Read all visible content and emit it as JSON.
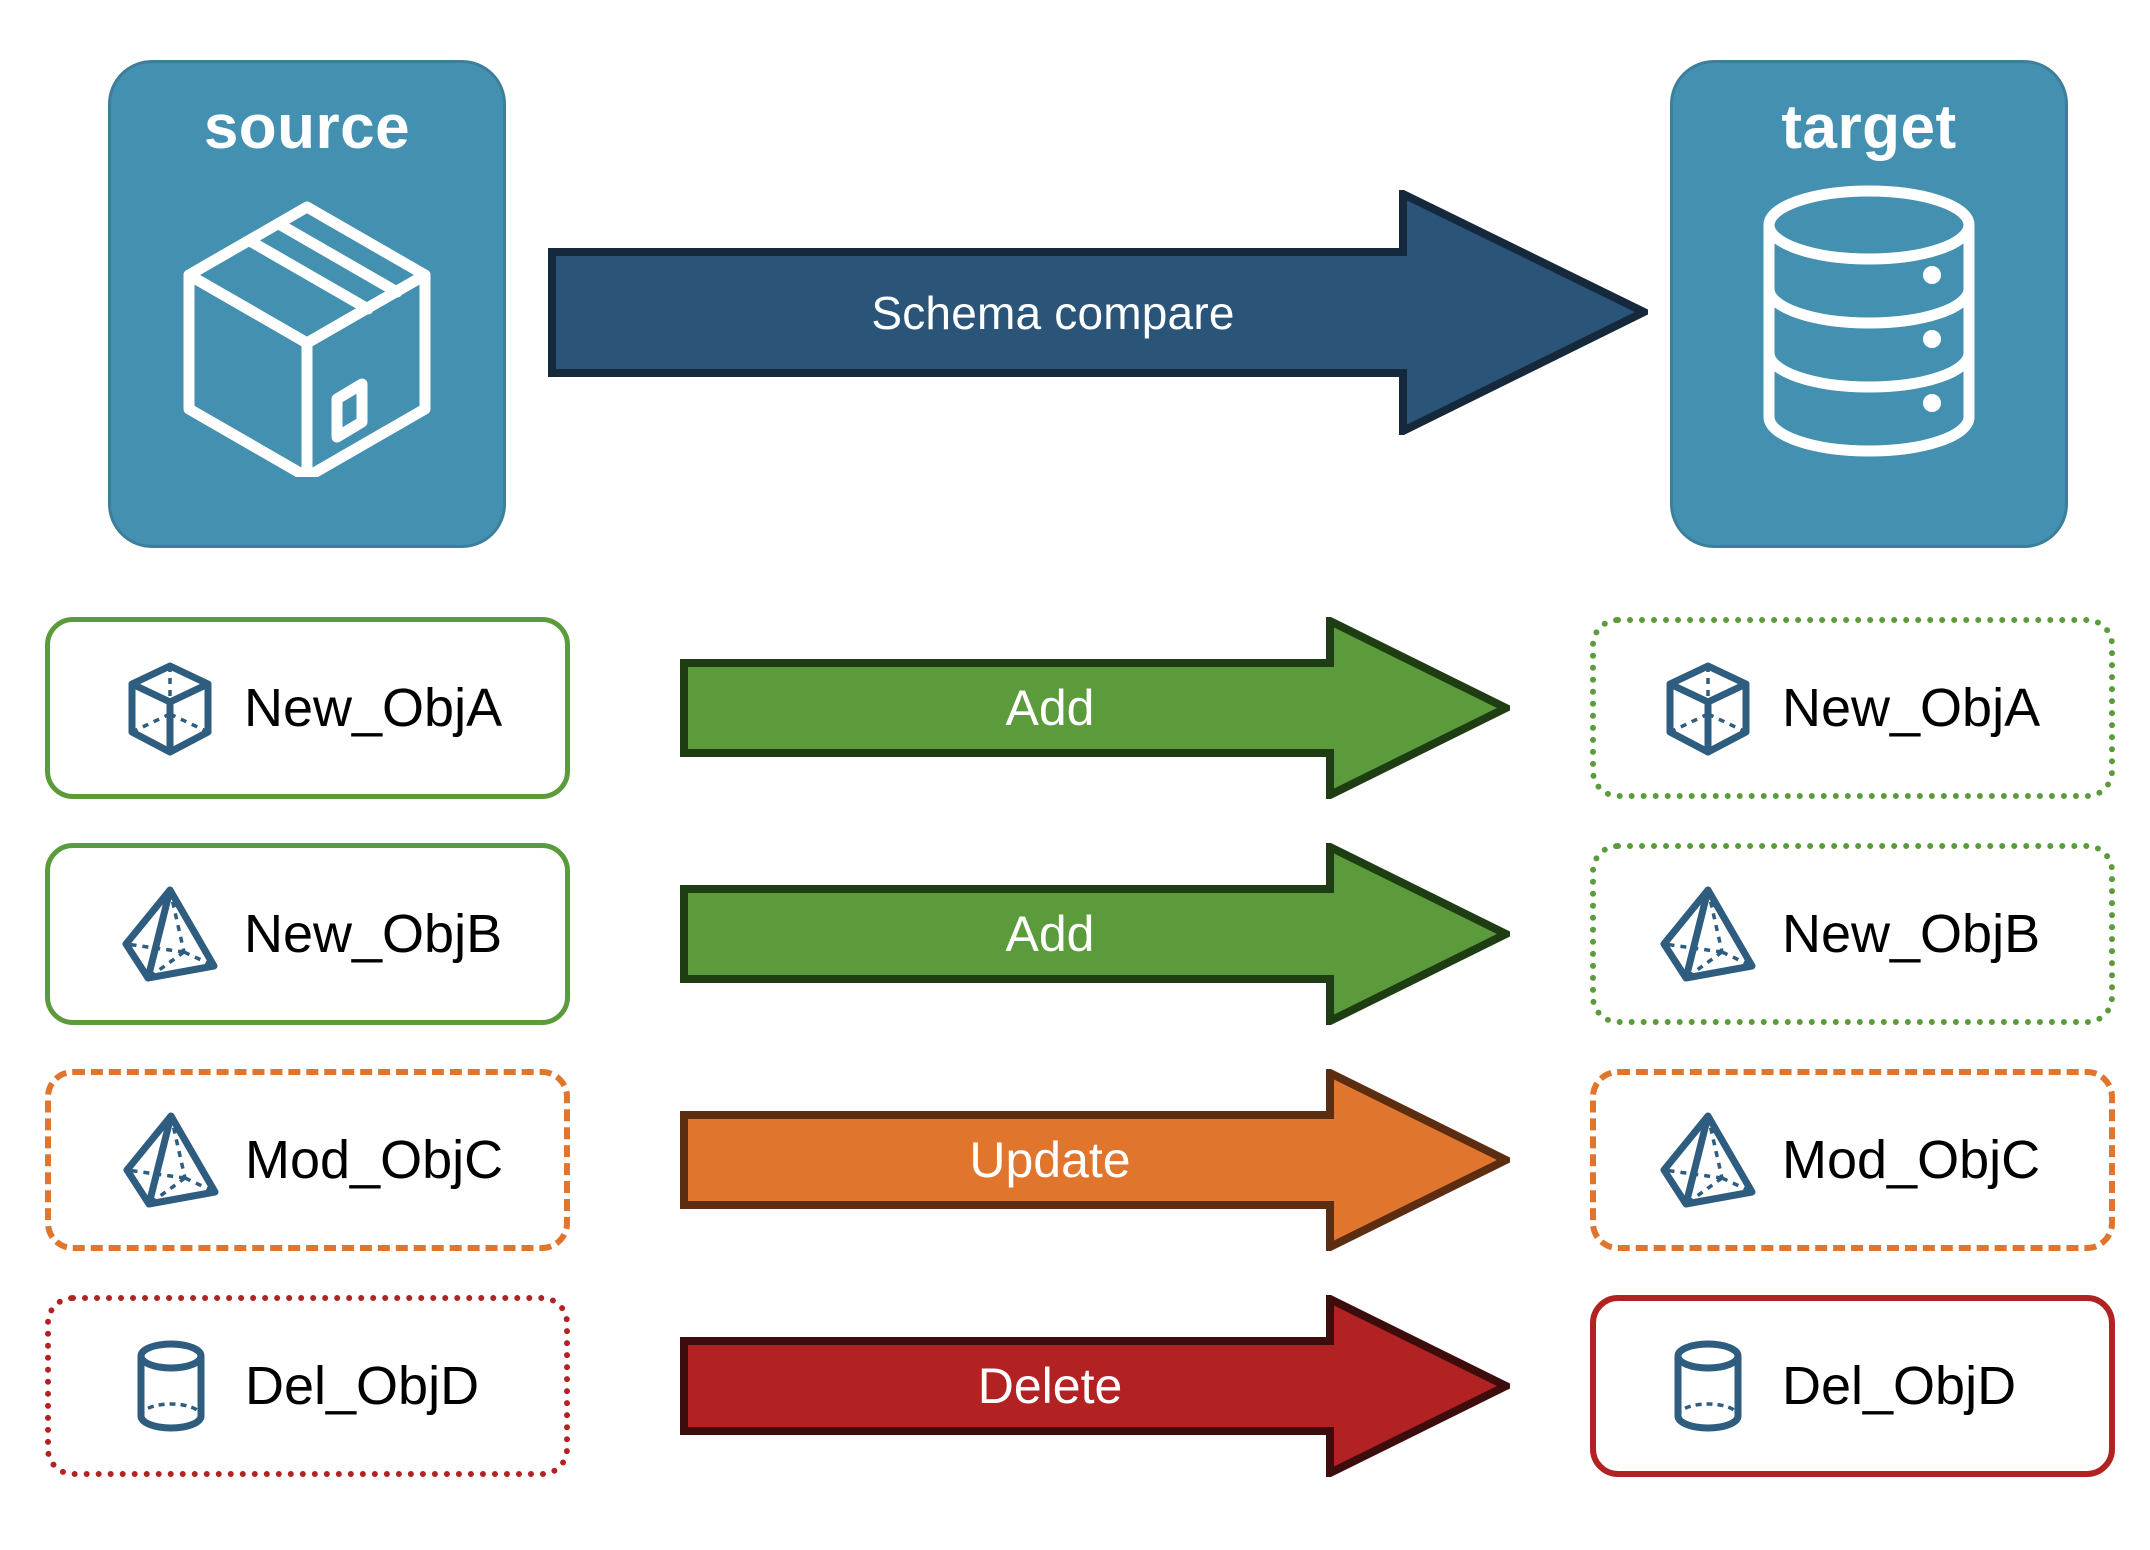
{
  "endpoints": {
    "source": {
      "title": "source",
      "icon": "package-box-icon",
      "fill": "#4490b0"
    },
    "target": {
      "title": "target",
      "icon": "database-cylinder-icon",
      "fill": "#4490b0"
    }
  },
  "compare": {
    "label": "Schema compare",
    "fill": "#2a5578",
    "stroke": "#16283c"
  },
  "colors": {
    "green": "#5b9b3c",
    "green_dark": "#1f3d12",
    "orange": "#e0762d",
    "orange_dark": "#5c2d10",
    "red": "#b22222",
    "red_dark": "#3d0c0c",
    "icon_blue": "#2e5d7f",
    "card_white": "#ffffff"
  },
  "rows": [
    {
      "source": {
        "label": "New_ObjA",
        "icon": "wireframe-cube-icon",
        "border": "solid-green"
      },
      "action": {
        "label": "Add",
        "fill": "#5b9b3c",
        "stroke": "#1f3d12"
      },
      "target": {
        "label": "New_ObjA",
        "icon": "wireframe-cube-icon",
        "border": "dotted-green"
      }
    },
    {
      "source": {
        "label": "New_ObjB",
        "icon": "wireframe-pyramid-icon",
        "border": "solid-green"
      },
      "action": {
        "label": "Add",
        "fill": "#5b9b3c",
        "stroke": "#1f3d12"
      },
      "target": {
        "label": "New_ObjB",
        "icon": "wireframe-pyramid-icon",
        "border": "dotted-green"
      }
    },
    {
      "source": {
        "label": "Mod_ObjC",
        "icon": "wireframe-pyramid-icon",
        "border": "dashed-orange"
      },
      "action": {
        "label": "Update",
        "fill": "#e0762d",
        "stroke": "#5c2d10"
      },
      "target": {
        "label": "Mod_ObjC",
        "icon": "wireframe-pyramid-icon",
        "border": "dashed-orange"
      }
    },
    {
      "source": {
        "label": "Del_ObjD",
        "icon": "wireframe-cylinder-icon",
        "border": "dotted-red"
      },
      "action": {
        "label": "Delete",
        "fill": "#b22222",
        "stroke": "#3d0c0c"
      },
      "target": {
        "label": "Del_ObjD",
        "icon": "wireframe-cylinder-icon",
        "border": "solid-red"
      }
    }
  ]
}
